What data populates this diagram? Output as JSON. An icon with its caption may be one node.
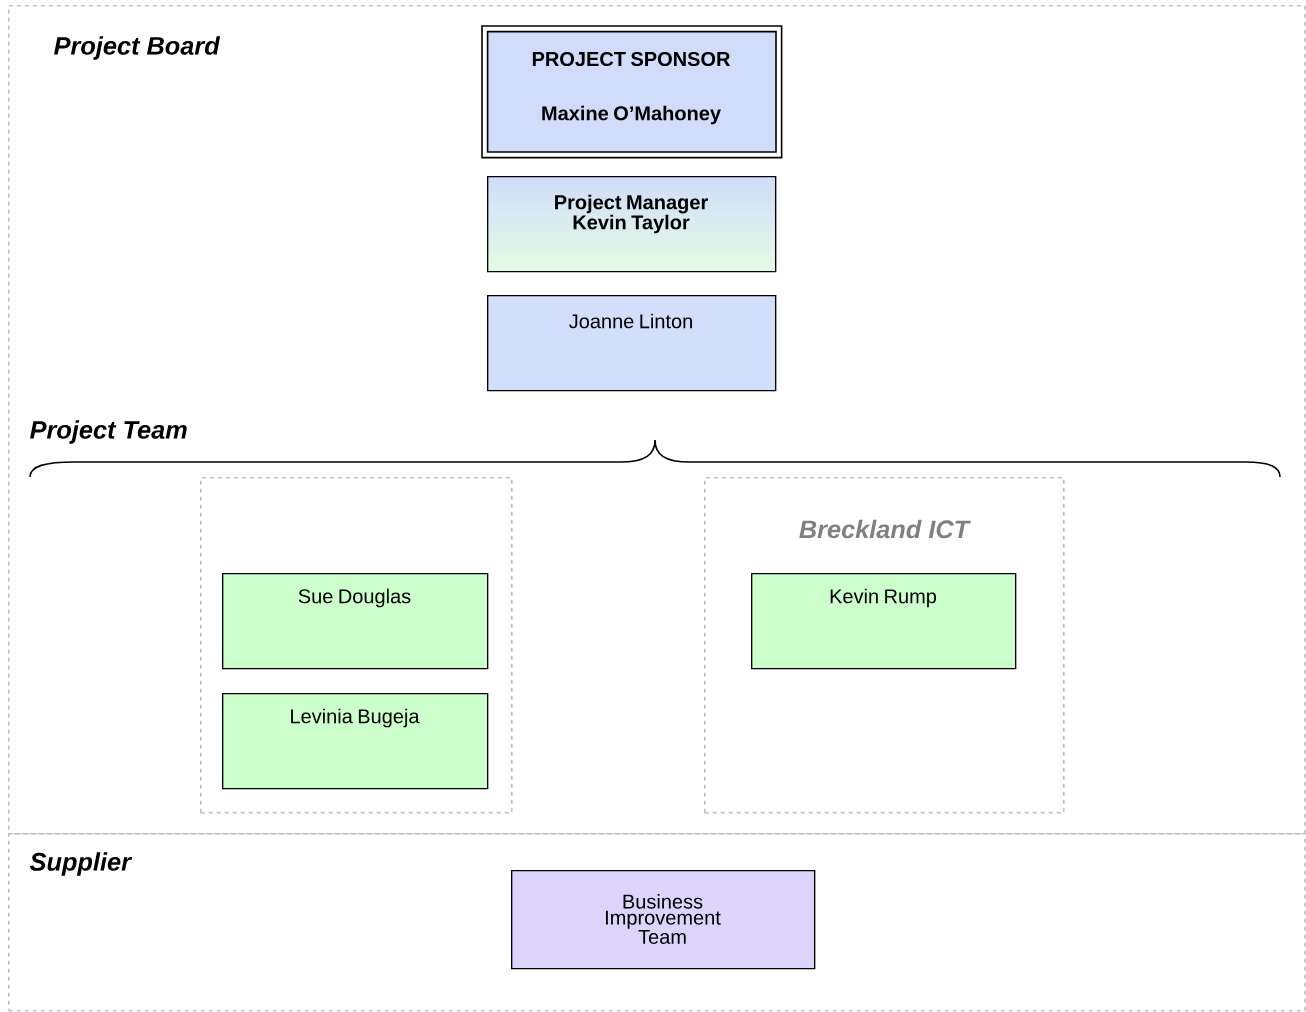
{
  "diagram": {
    "nodes": [
      {
        "text": [
          "Project Board"
        ]
      },
      {
        "text": [
          "PROJECT SPONSOR",
          "Maxine O’Mahoney"
        ],
        "in": 0
      },
      {
        "text": [
          "Project Manager Kevin Taylor"
        ],
        "in": 0
      },
      {
        "text": [
          "Joanne Linton"
        ],
        "in": 0
      },
      {
        "text": [],
        "shape": "box",
        "in": 0
      },
      {
        "text": [
          "Sue Douglas"
        ],
        "in": 4
      },
      {
        "text": [
          "Levinia Bugeja"
        ],
        "in": 4
      },
      {
        "text": [
          "Breckland ICT"
        ],
        "in": 0
      },
      {
        "text": [
          "Kevin Rump"
        ],
        "in": 7
      },
      {
        "text": [
          "Supplier"
        ]
      },
      {
        "text": [
          "Business Improvement Team"
        ],
        "in": 9
      }
    ],
    "edges": [],
    "labels": [
      "Project Team"
    ]
  }
}
